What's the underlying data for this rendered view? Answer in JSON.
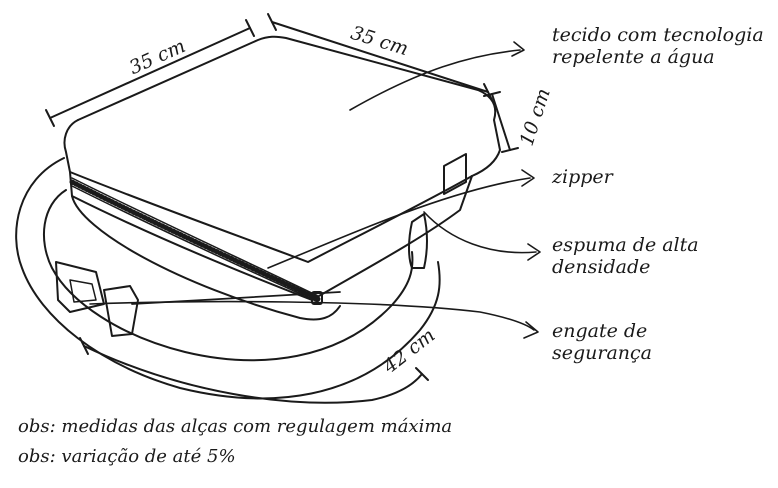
{
  "dimensions": {
    "top_left": "35 cm",
    "top_right": "35 cm",
    "height": "10 cm",
    "strap": "42 cm"
  },
  "callouts": {
    "fabric": [
      "tecido com tecnologia",
      "repelente a água"
    ],
    "zipper": "zipper",
    "foam": [
      "espuma de alta",
      "densidade"
    ],
    "buckle": [
      "engate de",
      "segurança"
    ]
  },
  "notes": [
    {
      "prefix": "obs:",
      "text": "medidas das alças com regulagem máxima"
    },
    {
      "prefix": "obs:",
      "text": "variação de até 5%"
    }
  ],
  "colors": {
    "ink": "#1a1a1a",
    "background": "#ffffff"
  }
}
